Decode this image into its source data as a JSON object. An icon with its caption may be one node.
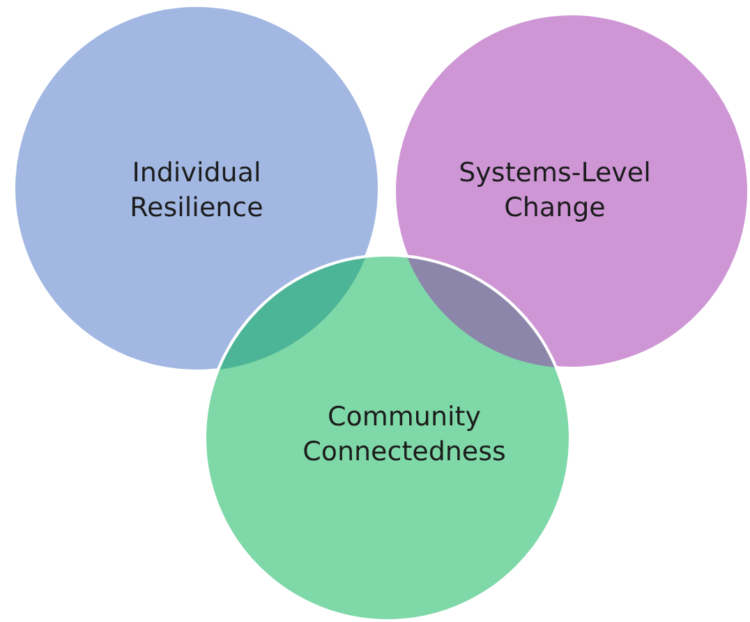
{
  "diagram": {
    "nodes": [
      {
        "text": [
          "Individual Resilience"
        ]
      },
      {
        "text": [
          "Systems-Level Change"
        ]
      },
      {
        "text": [
          "Community Connectedness"
        ]
      }
    ]
  }
}
